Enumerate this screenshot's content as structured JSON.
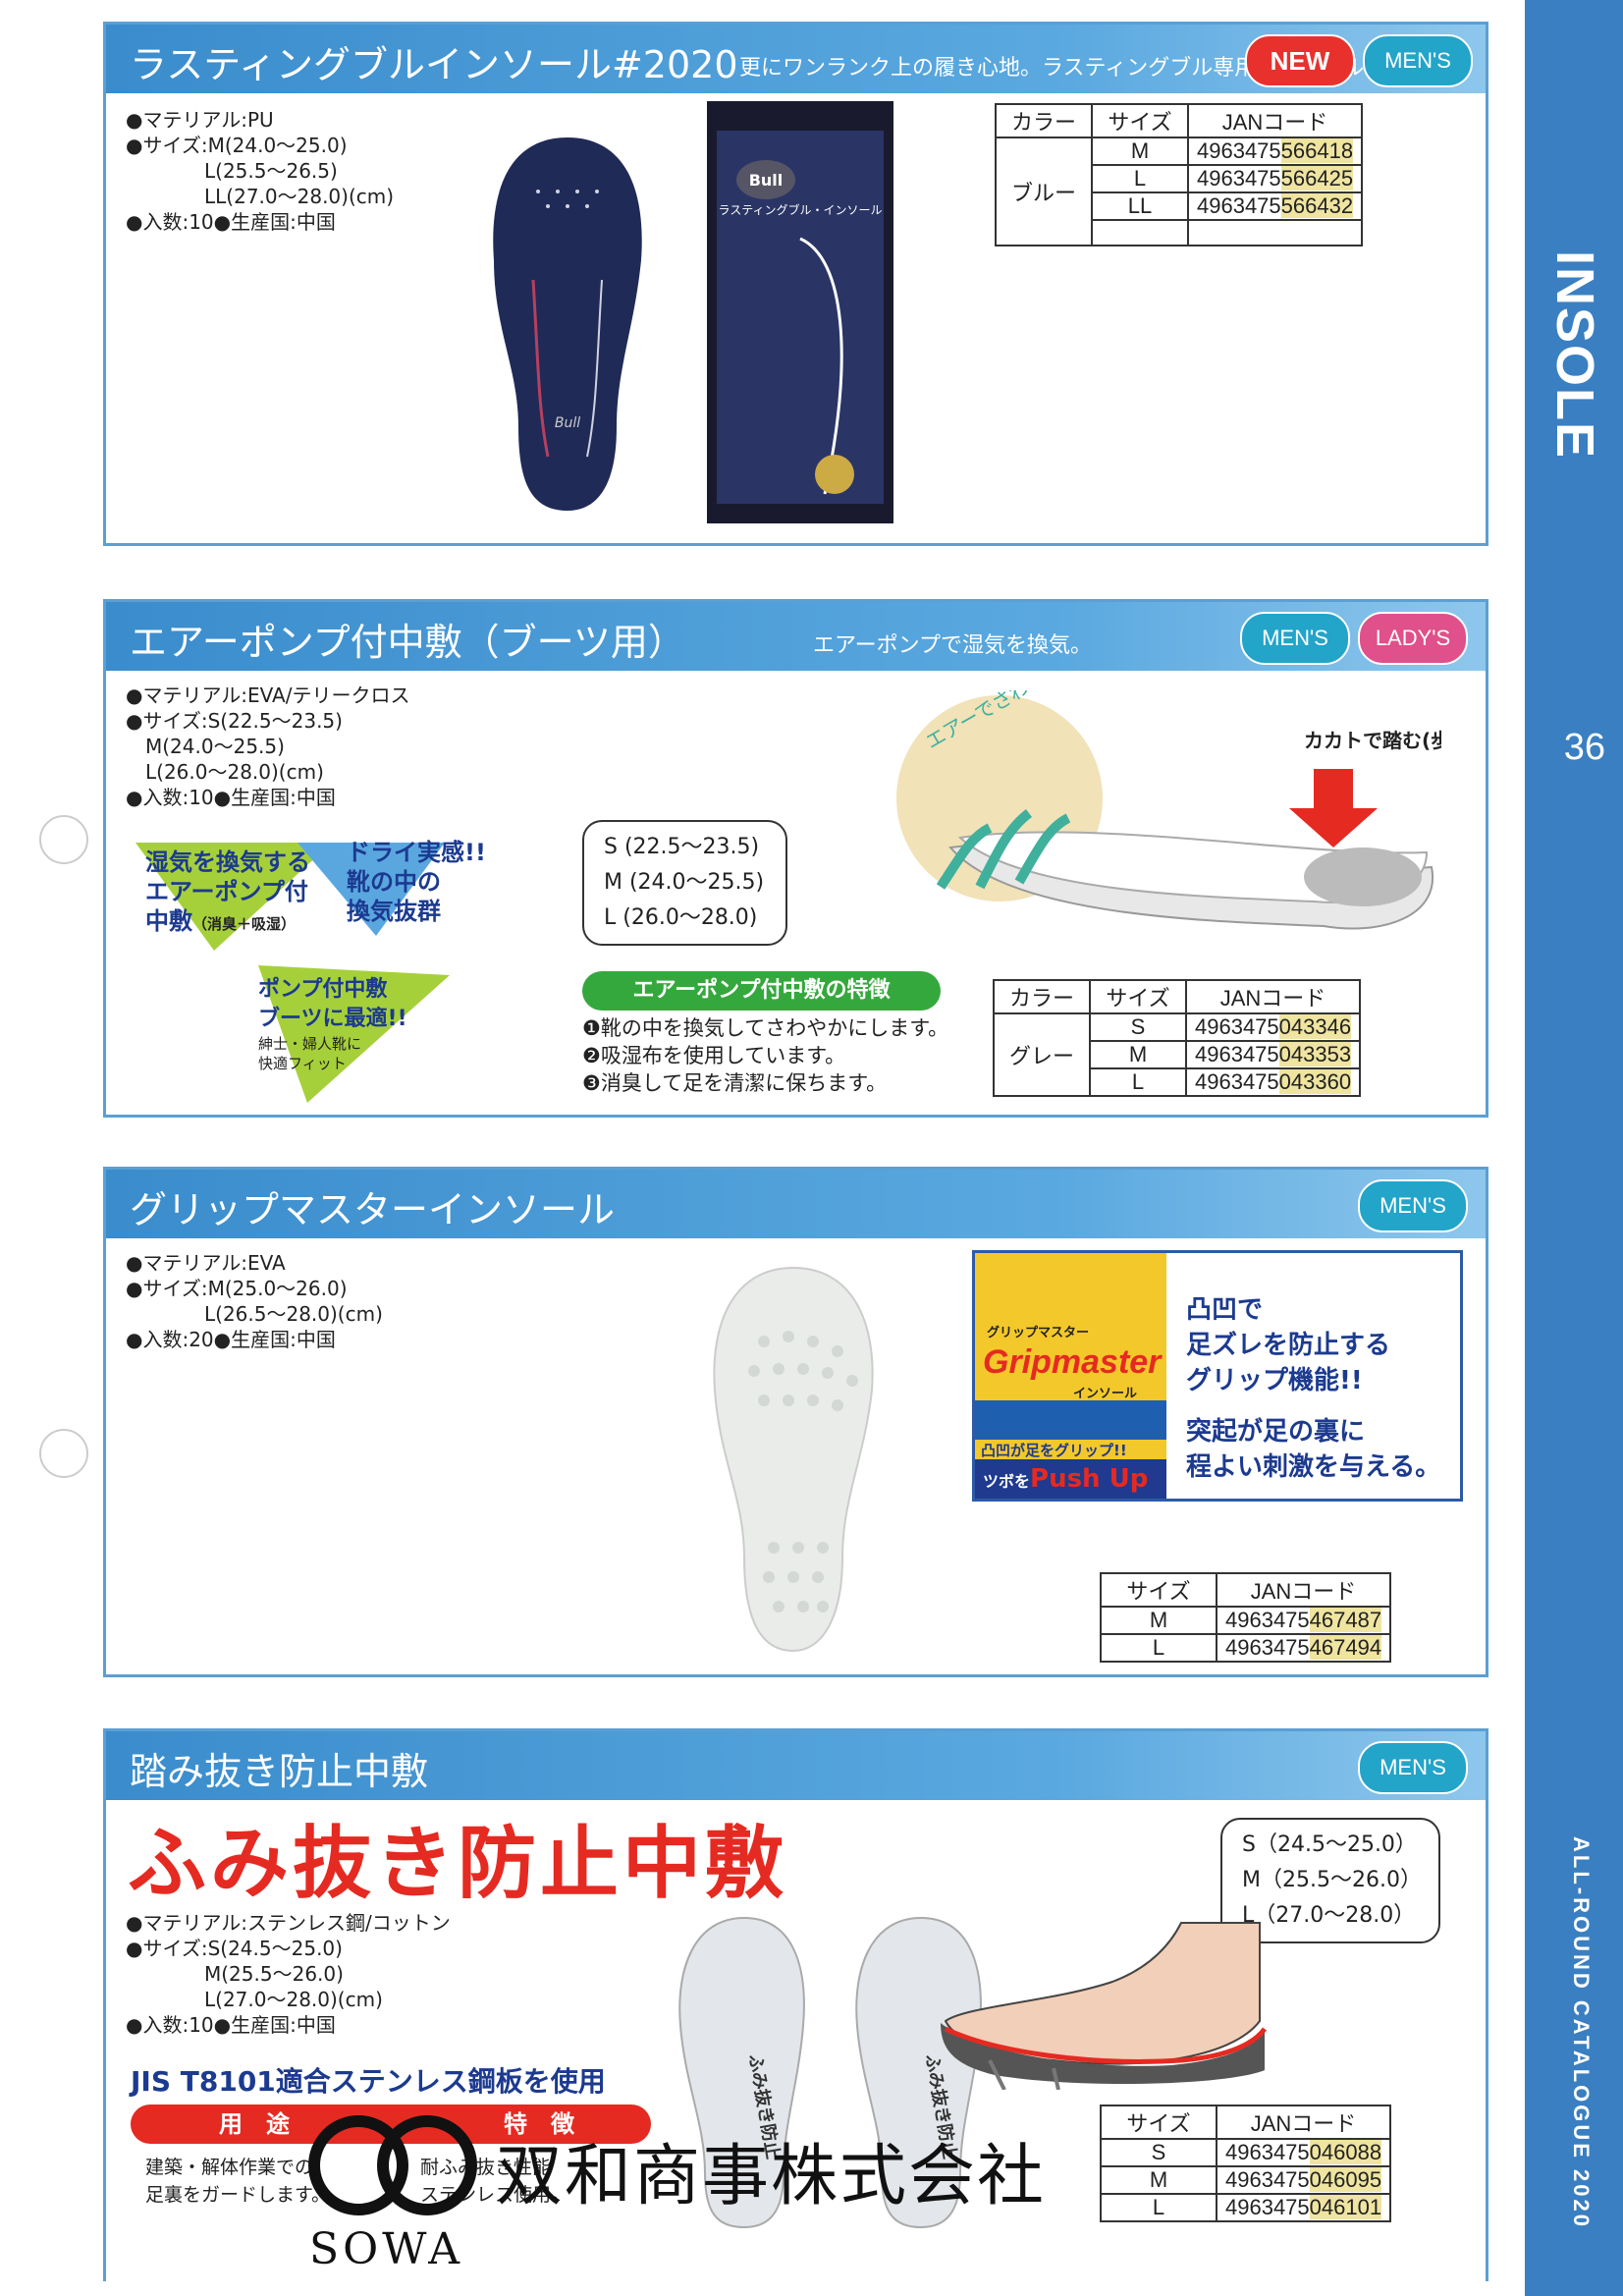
{
  "sidebar": {
    "category": "INSOLE",
    "page_number": "36",
    "catalogue": "ALL-ROUND CATALOGUE 2020"
  },
  "product1": {
    "title": "ラスティングブルインソール#2020",
    "subtitle": "更にワンランク上の履き心地。ラスティングブル専用インソール",
    "badges": [
      "NEW",
      "MEN'S"
    ],
    "specs": [
      "●マテリアル:PU",
      "●サイズ:M(24.0〜25.0)",
      "L(25.5〜26.5)",
      "LL(27.0〜28.0)(cm)",
      "●入数:10●生産国:中国"
    ],
    "table": {
      "headers": [
        "カラー",
        "サイズ",
        "JANコード"
      ],
      "color": "ブルー",
      "rows": [
        {
          "size": "M",
          "jan_prefix": "4963475",
          "jan_suffix": "566418"
        },
        {
          "size": "L",
          "jan_prefix": "4963475",
          "jan_suffix": "566425"
        },
        {
          "size": "LL",
          "jan_prefix": "4963475",
          "jan_suffix": "566432"
        }
      ]
    },
    "package_logo": "Bull",
    "package_text": "ラスティングブル・インソール"
  },
  "product2": {
    "title": "エアーポンプ付中敷（ブーツ用）",
    "subtitle": "エアーポンプで湿気を換気。",
    "badges": [
      "MEN'S",
      "LADY'S"
    ],
    "specs": [
      "●マテリアル:EVA/テリークロス",
      "●サイズ:S(22.5〜23.5)",
      "M(24.0〜25.5)",
      "L(26.0〜28.0)(cm)",
      "●入数:10●生産国:中国"
    ],
    "promo1": [
      "湿気を換気する",
      "エアーポンプ付",
      "中敷"
    ],
    "promo1_note": "（消臭＋吸湿）",
    "promo2": [
      "ドライ実感!!",
      "靴の中の",
      "換気抜群"
    ],
    "promo3": [
      "ポンプ付中敷",
      "ブーツに最適!!"
    ],
    "promo3_note": [
      "紳士・婦人靴に",
      "快適フィット"
    ],
    "sizes": [
      "S (22.5〜23.5)",
      "M (24.0〜25.5)",
      "L (26.0〜28.0)"
    ],
    "feature_title": "エアーポンプ付中敷の特徴",
    "features": [
      "❶靴の中を換気してさわやかにします。",
      "❷吸湿布を使用しています。",
      "❸消臭して足を清潔に保ちます。"
    ],
    "diagram_air": "エアーでさわやか",
    "diagram_heel": "カカトで踏む(歩く)",
    "table": {
      "headers": [
        "カラー",
        "サイズ",
        "JANコード"
      ],
      "color": "グレー",
      "rows": [
        {
          "size": "S",
          "jan_prefix": "4963475",
          "jan_suffix": "043346"
        },
        {
          "size": "M",
          "jan_prefix": "4963475",
          "jan_suffix": "043353"
        },
        {
          "size": "L",
          "jan_prefix": "4963475",
          "jan_suffix": "043360"
        }
      ]
    }
  },
  "product3": {
    "title": "グリップマスターインソール",
    "badges": [
      "MEN'S"
    ],
    "specs": [
      "●マテリアル:EVA",
      "●サイズ:M(25.0〜26.0)",
      "L(26.5〜28.0)(cm)",
      "●入数:20●生産国:中国"
    ],
    "package": {
      "top": "グリップマスター",
      "brand": "Gripmaster",
      "sub": "インソール",
      "line1": "凸凹が足をグリップ!!",
      "line2_prefix": "ツボを",
      "line2_em": "Push Up"
    },
    "panel_text": [
      "凸凹で",
      "足ズレを防止する",
      "グリップ機能!!",
      "",
      "突起が足の裏に",
      "程よい刺激を与える。"
    ],
    "table": {
      "headers": [
        "サイズ",
        "JANコード"
      ],
      "rows": [
        {
          "size": "M",
          "jan_prefix": "4963475",
          "jan_suffix": "467487"
        },
        {
          "size": "L",
          "jan_prefix": "4963475",
          "jan_suffix": "467494"
        }
      ]
    }
  },
  "product4": {
    "title": "踏み抜き防止中敷",
    "badges": [
      "MEN'S"
    ],
    "headline": "ふみ抜き防止中敷",
    "specs": [
      "●マテリアル:ステンレス鋼/コットン",
      "●サイズ:S(24.5〜25.0)",
      "M(25.5〜26.0)",
      "L(27.0〜28.0)(cm)",
      "●入数:10●生産国:中国"
    ],
    "jis": "JIS T8101適合ステンレス鋼板を使用",
    "usage_label": "用　途",
    "feature_label": "特　徴",
    "usage_text": [
      "建築・解体作業での",
      "足裏をガードします。"
    ],
    "feature_text": [
      "耐ふみ抜き性能",
      "ステンレス使用。"
    ],
    "insole_print": "ふみ抜き防止",
    "sizes": [
      "S（24.5〜25.0）",
      "M（25.5〜26.0）",
      "L（27.0〜28.0）"
    ],
    "table": {
      "headers": [
        "サイズ",
        "JANコード"
      ],
      "rows": [
        {
          "size": "S",
          "jan_prefix": "4963475",
          "jan_suffix": "046088"
        },
        {
          "size": "M",
          "jan_prefix": "4963475",
          "jan_suffix": "046095"
        },
        {
          "size": "L",
          "jan_prefix": "4963475",
          "jan_suffix": "046101"
        }
      ]
    }
  },
  "footer": {
    "company": "双和商事株式会社",
    "brand": "SOWA"
  }
}
